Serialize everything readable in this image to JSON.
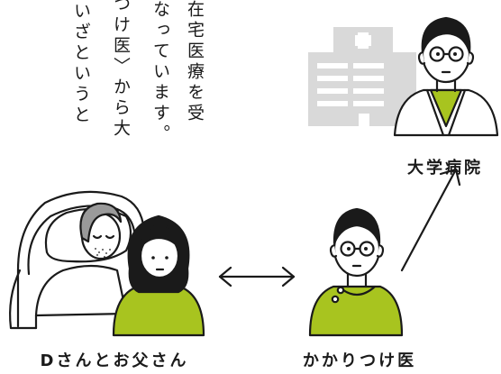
{
  "text_columns": [
    "在宅医療を受",
    "なっています。",
    "つけ医〉から大",
    "いざというと"
  ],
  "labels": {
    "hospital": "大学病院",
    "family": "Dさんとお父さん",
    "doctor": "かかりつけ医"
  },
  "colors": {
    "accent": "#a8c41f",
    "building": "#d9d9d9",
    "ink": "#1a1a1a"
  },
  "icons": [
    "hospital-building-icon",
    "bidirectional-arrow-icon",
    "diagonal-arrow-icon"
  ]
}
